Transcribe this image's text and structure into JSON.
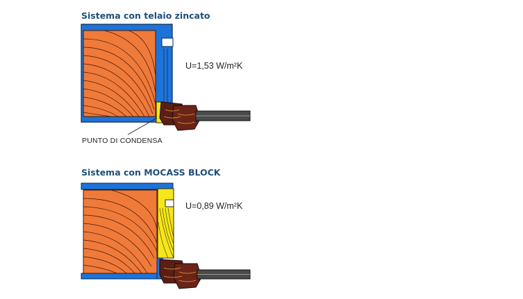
{
  "section_top": {
    "title": "Sistema con telaio zincato",
    "u_value": "U=1,53 W/m²K",
    "annotation": "PUNTO DI CONDENSA"
  },
  "section_bottom": {
    "title": "Sistema con MOCASS BLOCK",
    "u_value": "U=0,89 W/m²K"
  },
  "colors": {
    "title": "#1f4f7a",
    "wall_warm": "#f07a3a",
    "frame_blue": "#1e73d8",
    "insulation_yellow": "#f4e61a",
    "wood_brown": "#5a1e14",
    "glass_grey": "#4a4a4a"
  }
}
